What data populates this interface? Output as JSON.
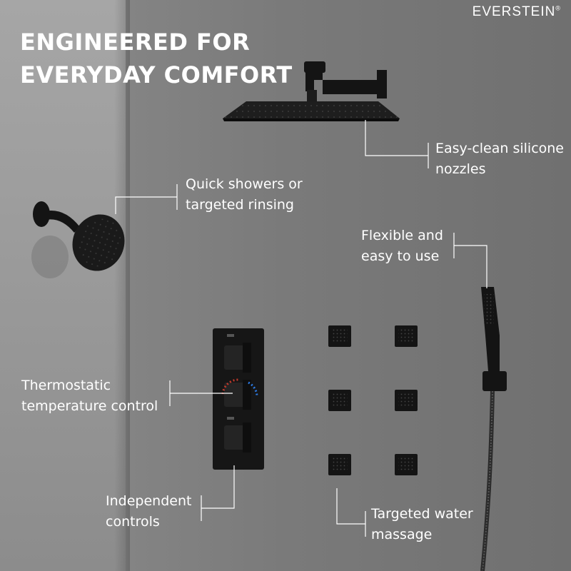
{
  "brand": {
    "name": "EVERSTEIN",
    "mark": "®"
  },
  "headline": {
    "line1": "ENGINEERED FOR",
    "line2": "EVERYDAY COMFORT"
  },
  "callouts": [
    {
      "id": "rain-head",
      "line1": "Easy-clean silicone",
      "line2": "nozzles"
    },
    {
      "id": "wall-head",
      "line1": "Quick showers or",
      "line2": "targeted rinsing"
    },
    {
      "id": "handheld",
      "line1": "Flexible and",
      "line2": "easy to use"
    },
    {
      "id": "thermostat",
      "line1": "Thermostatic",
      "line2": "temperature control"
    },
    {
      "id": "controls",
      "line1": "Independent",
      "line2": "controls"
    },
    {
      "id": "body-jets",
      "line1": "Targeted water",
      "line2": "massage"
    }
  ],
  "colors": {
    "text": "#ffffff",
    "fixture": "#141414",
    "wall": "#7d7d7d"
  },
  "icons": [
    "rain-shower-head",
    "round-shower-head",
    "handheld-shower",
    "thermostatic-valve",
    "body-spray-jet"
  ]
}
